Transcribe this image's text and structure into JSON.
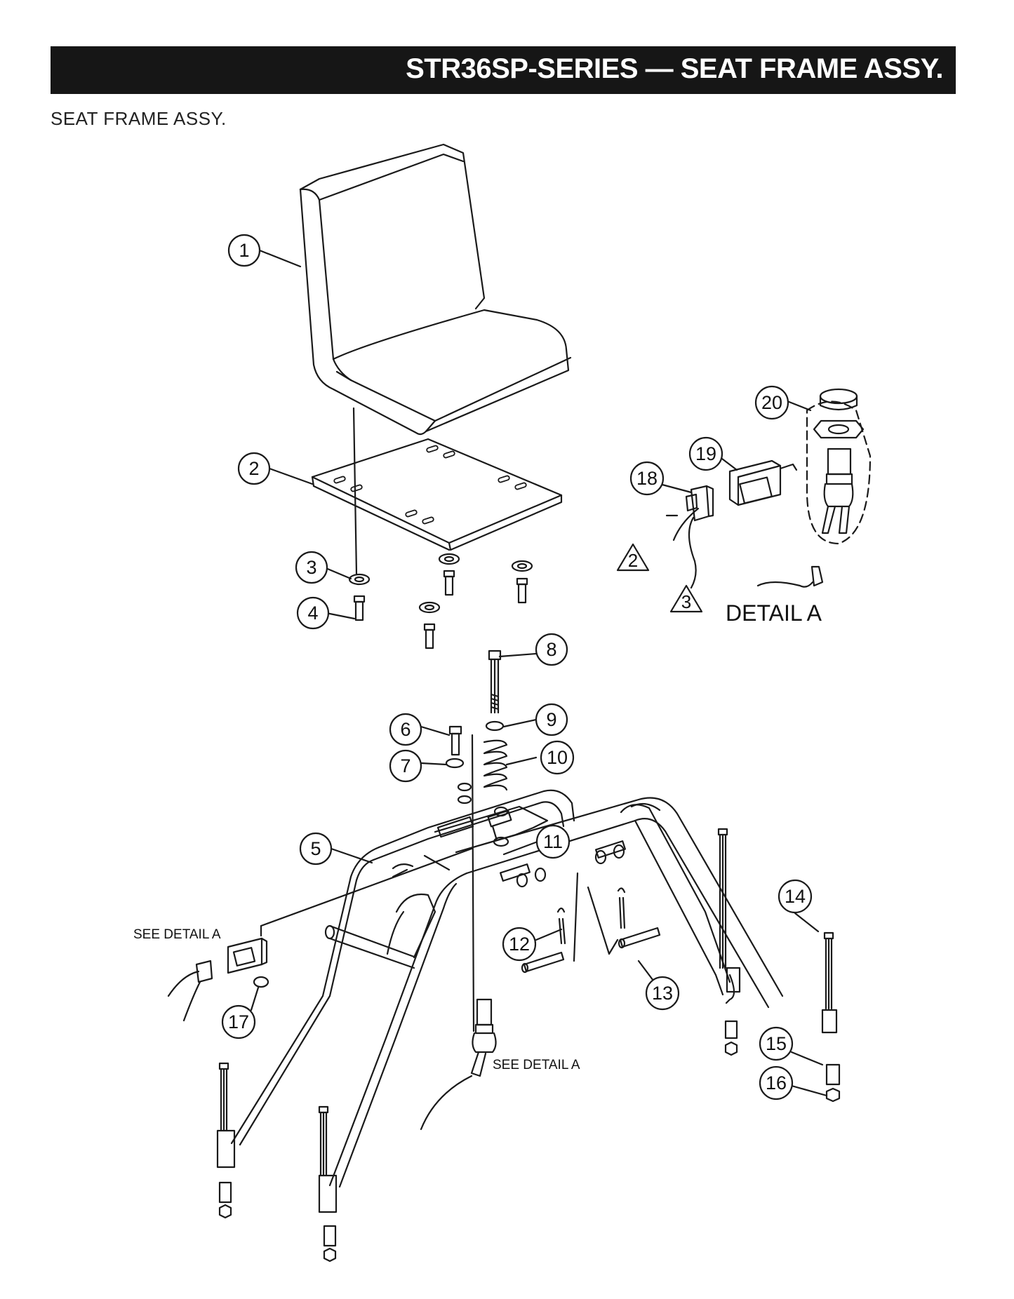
{
  "header": {
    "title": "STR36SP-SERIES — SEAT FRAME  ASSY."
  },
  "section": {
    "subtitle": "SEAT FRAME ASSY."
  },
  "callouts": [
    "1",
    "2",
    "3",
    "4",
    "5",
    "6",
    "7",
    "8",
    "9",
    "10",
    "11",
    "12",
    "13",
    "14",
    "15",
    "16",
    "17",
    "18",
    "19",
    "20"
  ],
  "warning_notes": [
    "2",
    "3"
  ],
  "labels": {
    "detail_title": "DETAIL A",
    "see_detail_left": "SEE DETAIL A",
    "see_detail_bottom": "SEE DETAIL A"
  }
}
